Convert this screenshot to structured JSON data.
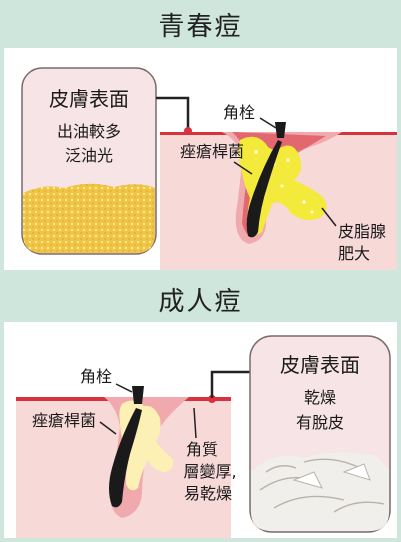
{
  "acne_panel": {
    "title": "青春痘",
    "skin_box_title": "皮膚表面",
    "skin_box_line1": "出油較多",
    "skin_box_line2": "泛油光",
    "plug_label": "角栓",
    "bacteria_label": "痤瘡桿菌",
    "gland_line1": "皮脂腺",
    "gland_line2": "肥大"
  },
  "adult_panel": {
    "title": "成人痘",
    "skin_box_title": "皮膚表面",
    "skin_box_line1": "乾燥",
    "skin_box_line2": "有脫皮",
    "plug_label": "角栓",
    "bacteria_label": "痤瘡桿菌",
    "keratin_line1": "角質",
    "keratin_line2": "層變厚,",
    "keratin_line3": "易乾燥"
  },
  "colors": {
    "background": "#cfe6dc",
    "skin": "#f7d9d8",
    "skin_edge": "#d8323c",
    "sebum": "#f3ea3b",
    "oily_surface": "#f0c445",
    "hair": "#1a1a1a"
  }
}
